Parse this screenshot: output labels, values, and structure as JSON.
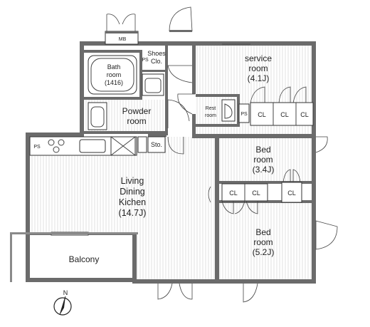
{
  "rooms": {
    "service": [
      "service",
      "room",
      "(4.1J)"
    ],
    "bath": [
      "Bath",
      "room",
      "(1416)"
    ],
    "shoes": [
      "Shoes",
      "Clo."
    ],
    "powder": [
      "Powder",
      "room"
    ],
    "rest": [
      "Rest",
      "room"
    ],
    "bed1": [
      "Bed",
      "room",
      "(3.4J)"
    ],
    "bed2": [
      "Bed",
      "room",
      "(5.2J)"
    ],
    "ldk": [
      "Living",
      "Dining",
      "Kichen",
      "(14.7J)"
    ],
    "balcony": "Balcony",
    "sto": "Sto."
  },
  "closet_label": "CL",
  "misc": {
    "mb": "MB",
    "ps": "PS",
    "north": "N"
  },
  "colors": {
    "wall": "#6b6b6b",
    "floor_line": "#e2e2e2",
    "line": "#444444"
  }
}
